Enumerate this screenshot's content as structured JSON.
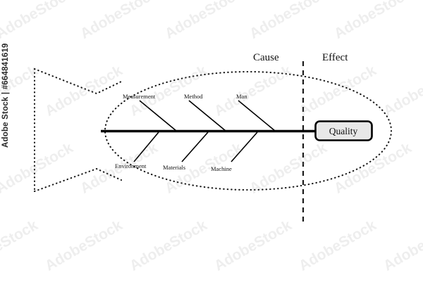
{
  "diagram": {
    "type": "fishbone-ishikawa",
    "sections": {
      "cause_label": "Cause",
      "effect_label": "Effect"
    },
    "effect_box": {
      "label": "Quality",
      "fill": "#e8e8e8",
      "stroke": "#000000"
    },
    "spine": {
      "color": "#000000"
    },
    "upper_causes": [
      {
        "label": "Measurement"
      },
      {
        "label": "Method"
      },
      {
        "label": "Man"
      }
    ],
    "lower_causes": [
      {
        "label": "Environment"
      },
      {
        "label": "Materials"
      },
      {
        "label": "Machine"
      }
    ],
    "outline": {
      "style": "dotted",
      "color": "#1a1a1a"
    },
    "divider": {
      "style": "dashed",
      "color": "#1a1a1a"
    }
  },
  "watermark": {
    "text": "AdobeStock",
    "id_text": "Adobe Stock | #664841619"
  }
}
